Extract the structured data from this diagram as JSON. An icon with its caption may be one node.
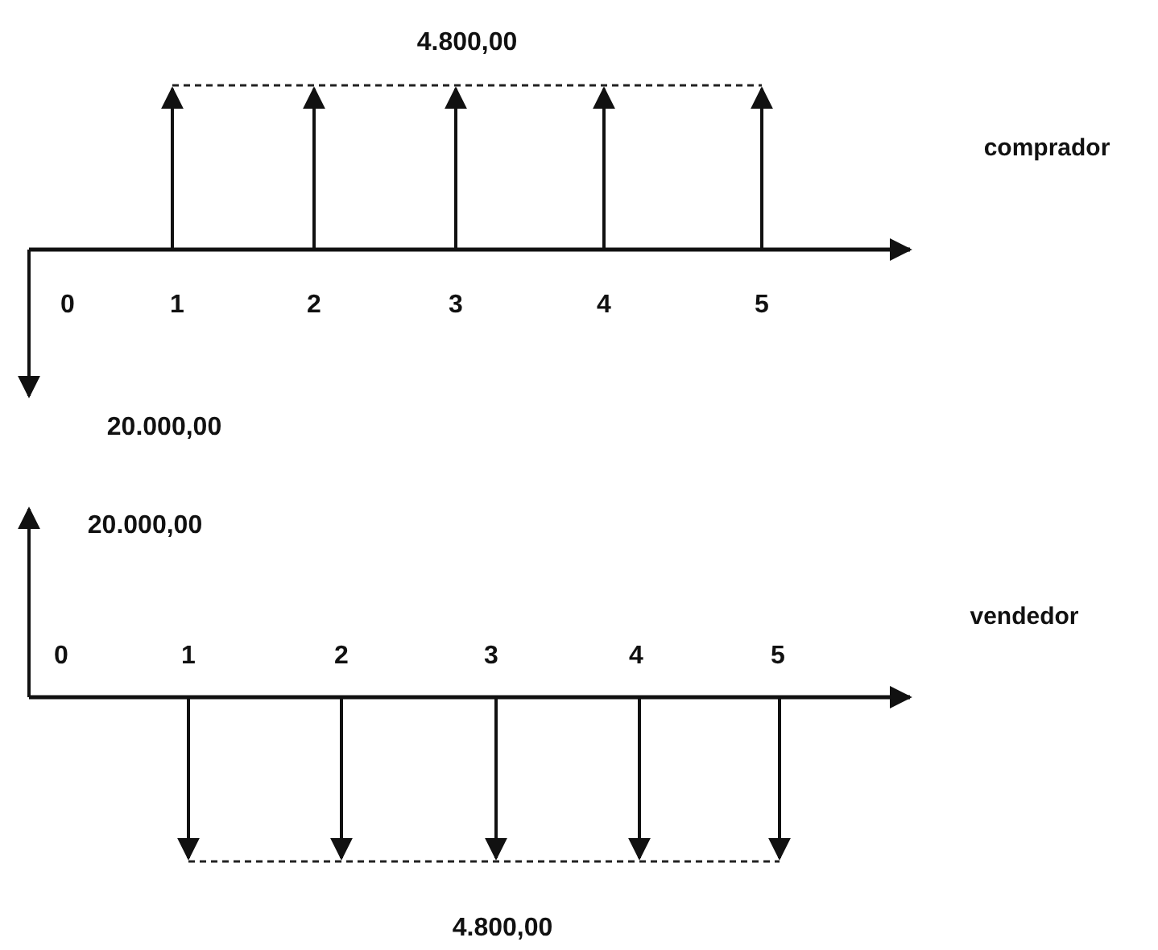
{
  "diagram": {
    "labels": [
      "4.800,00",
      "comprador",
      "0",
      "1",
      "2",
      "3",
      "4",
      "5",
      "20.000,00",
      "20.000,00",
      "vendedor",
      "0",
      "1",
      "2",
      "3",
      "4",
      "5",
      "4.800,00"
    ]
  }
}
